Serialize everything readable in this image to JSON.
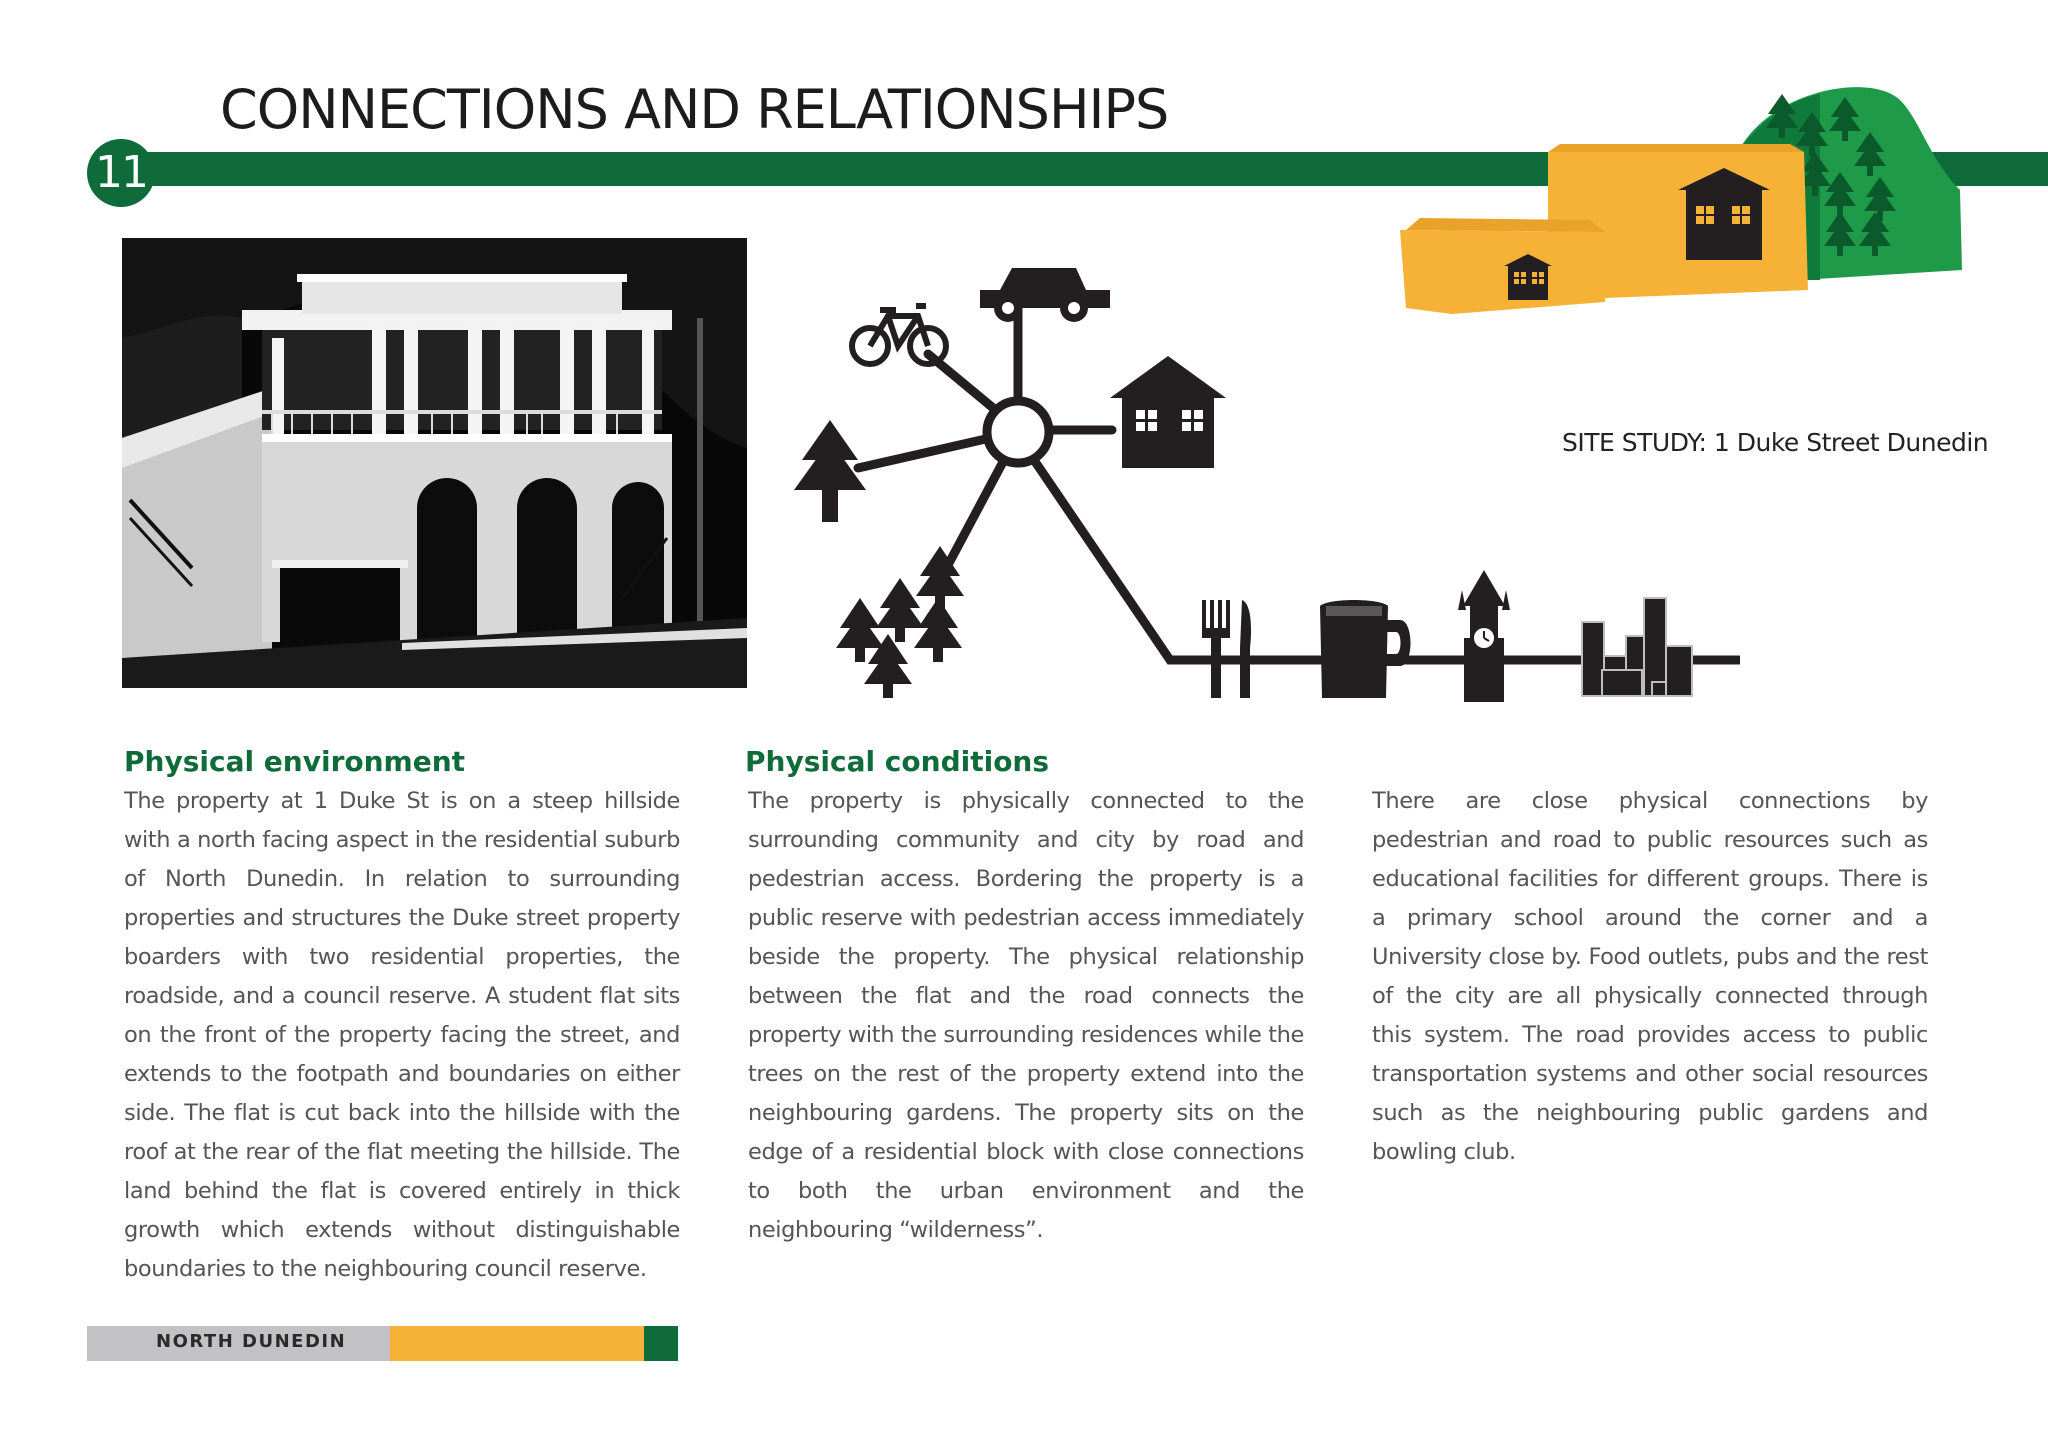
{
  "header": {
    "title": "CONNECTIONS AND RELATIONSHIPS",
    "page_number": "11"
  },
  "site_study": "SITE STUDY: 1 Duke Street Dunedin",
  "sections": [
    {
      "heading": "Physical environment",
      "body": "The property at 1 Duke St is on a steep hillside with a north facing aspect in the residential suburb of North Dunedin. In relation to surrounding properties and structures the Duke street property boarders with two residential properties, the roadside, and a council reserve. A student flat sits on the front of the property facing the street, and extends to the footpath and boundaries on either side. The flat is cut back into the hillside with the roof at the rear of the flat meeting the hillside. The land behind the flat is covered entirely in thick growth which extends without distinguishable boundaries to the neighbouring council reserve."
    },
    {
      "heading": "Physical conditions",
      "body": "The property is physically connected to the surrounding community and city by road and pedestrian access. Bordering the property is a public reserve with pedestrian access immediately beside the property. The physical relationship between the flat and the road connects the property with the surrounding residences while the trees on the rest of the property extend into the neighbouring gardens. The property sits on the edge of a residential block with close connections to both the urban environment and the neighbouring “wilderness”."
    },
    {
      "heading": "",
      "body": "There are close physical connections by pedestrian and road to public resources such as educational facilities for different groups. There is a primary school around the corner and a University close by. Food outlets, pubs and the rest of the city are all physically connected through this system. The road provides access to public transportation systems and other social resources such as the neighbouring public gardens and bowling club."
    }
  ],
  "footer": {
    "label": "NORTH DUNEDIN"
  },
  "diagram_icons": [
    "bicycle-icon",
    "car-icon",
    "house-icon",
    "tree-icon",
    "forest-icon",
    "fork-knife-icon",
    "beer-mug-icon",
    "clock-tower-icon",
    "city-buildings-icon"
  ],
  "colors": {
    "brand_green": "#0f6b3a",
    "accent_orange": "#f5b236",
    "footer_grey": "#c2c2c4",
    "icon_black": "#231f20"
  }
}
